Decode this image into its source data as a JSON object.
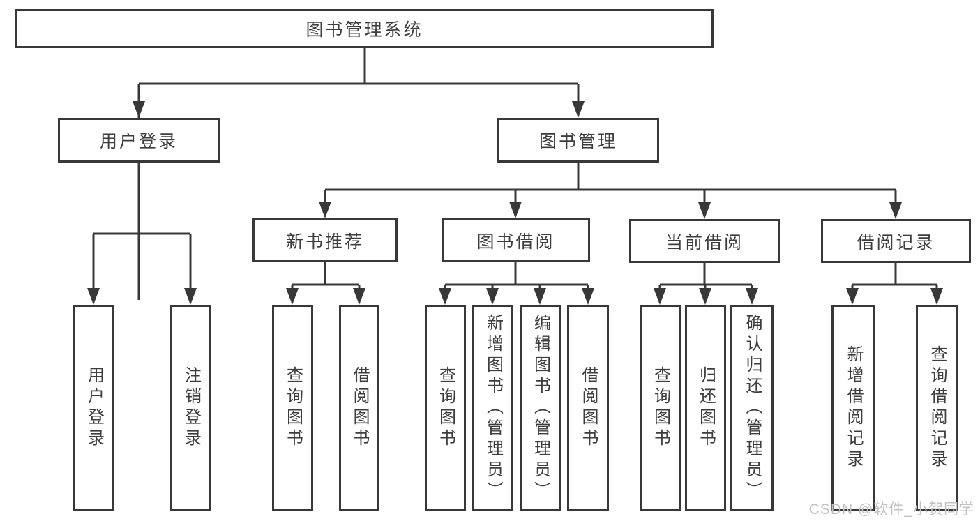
{
  "tree": {
    "root": "图书管理系统",
    "children": [
      {
        "label": "用户登录",
        "children": [
          "用户登录",
          "注销登录"
        ]
      },
      {
        "label": "图书管理",
        "children": [
          {
            "label": "新书推荐",
            "children": [
              "查询图书",
              "借阅图书"
            ]
          },
          {
            "label": "图书借阅",
            "children": [
              "查询图书",
              "新增图书（管理员）",
              "编辑图书（管理员）",
              "借阅图书"
            ]
          },
          {
            "label": "当前借阅",
            "children": [
              "查询图书",
              "归还图书",
              "确认归还（管理员）"
            ]
          },
          {
            "label": "借阅记录",
            "children": [
              "新增借阅记录",
              "查询借阅记录"
            ]
          }
        ]
      }
    ]
  },
  "watermark": "CSDN @软件_小贺同学",
  "colors": {
    "line": "#383838",
    "box_border": "#383838",
    "text": "#3d3d3d",
    "watermark": "#c2c2c2",
    "background": "#ffffff"
  }
}
